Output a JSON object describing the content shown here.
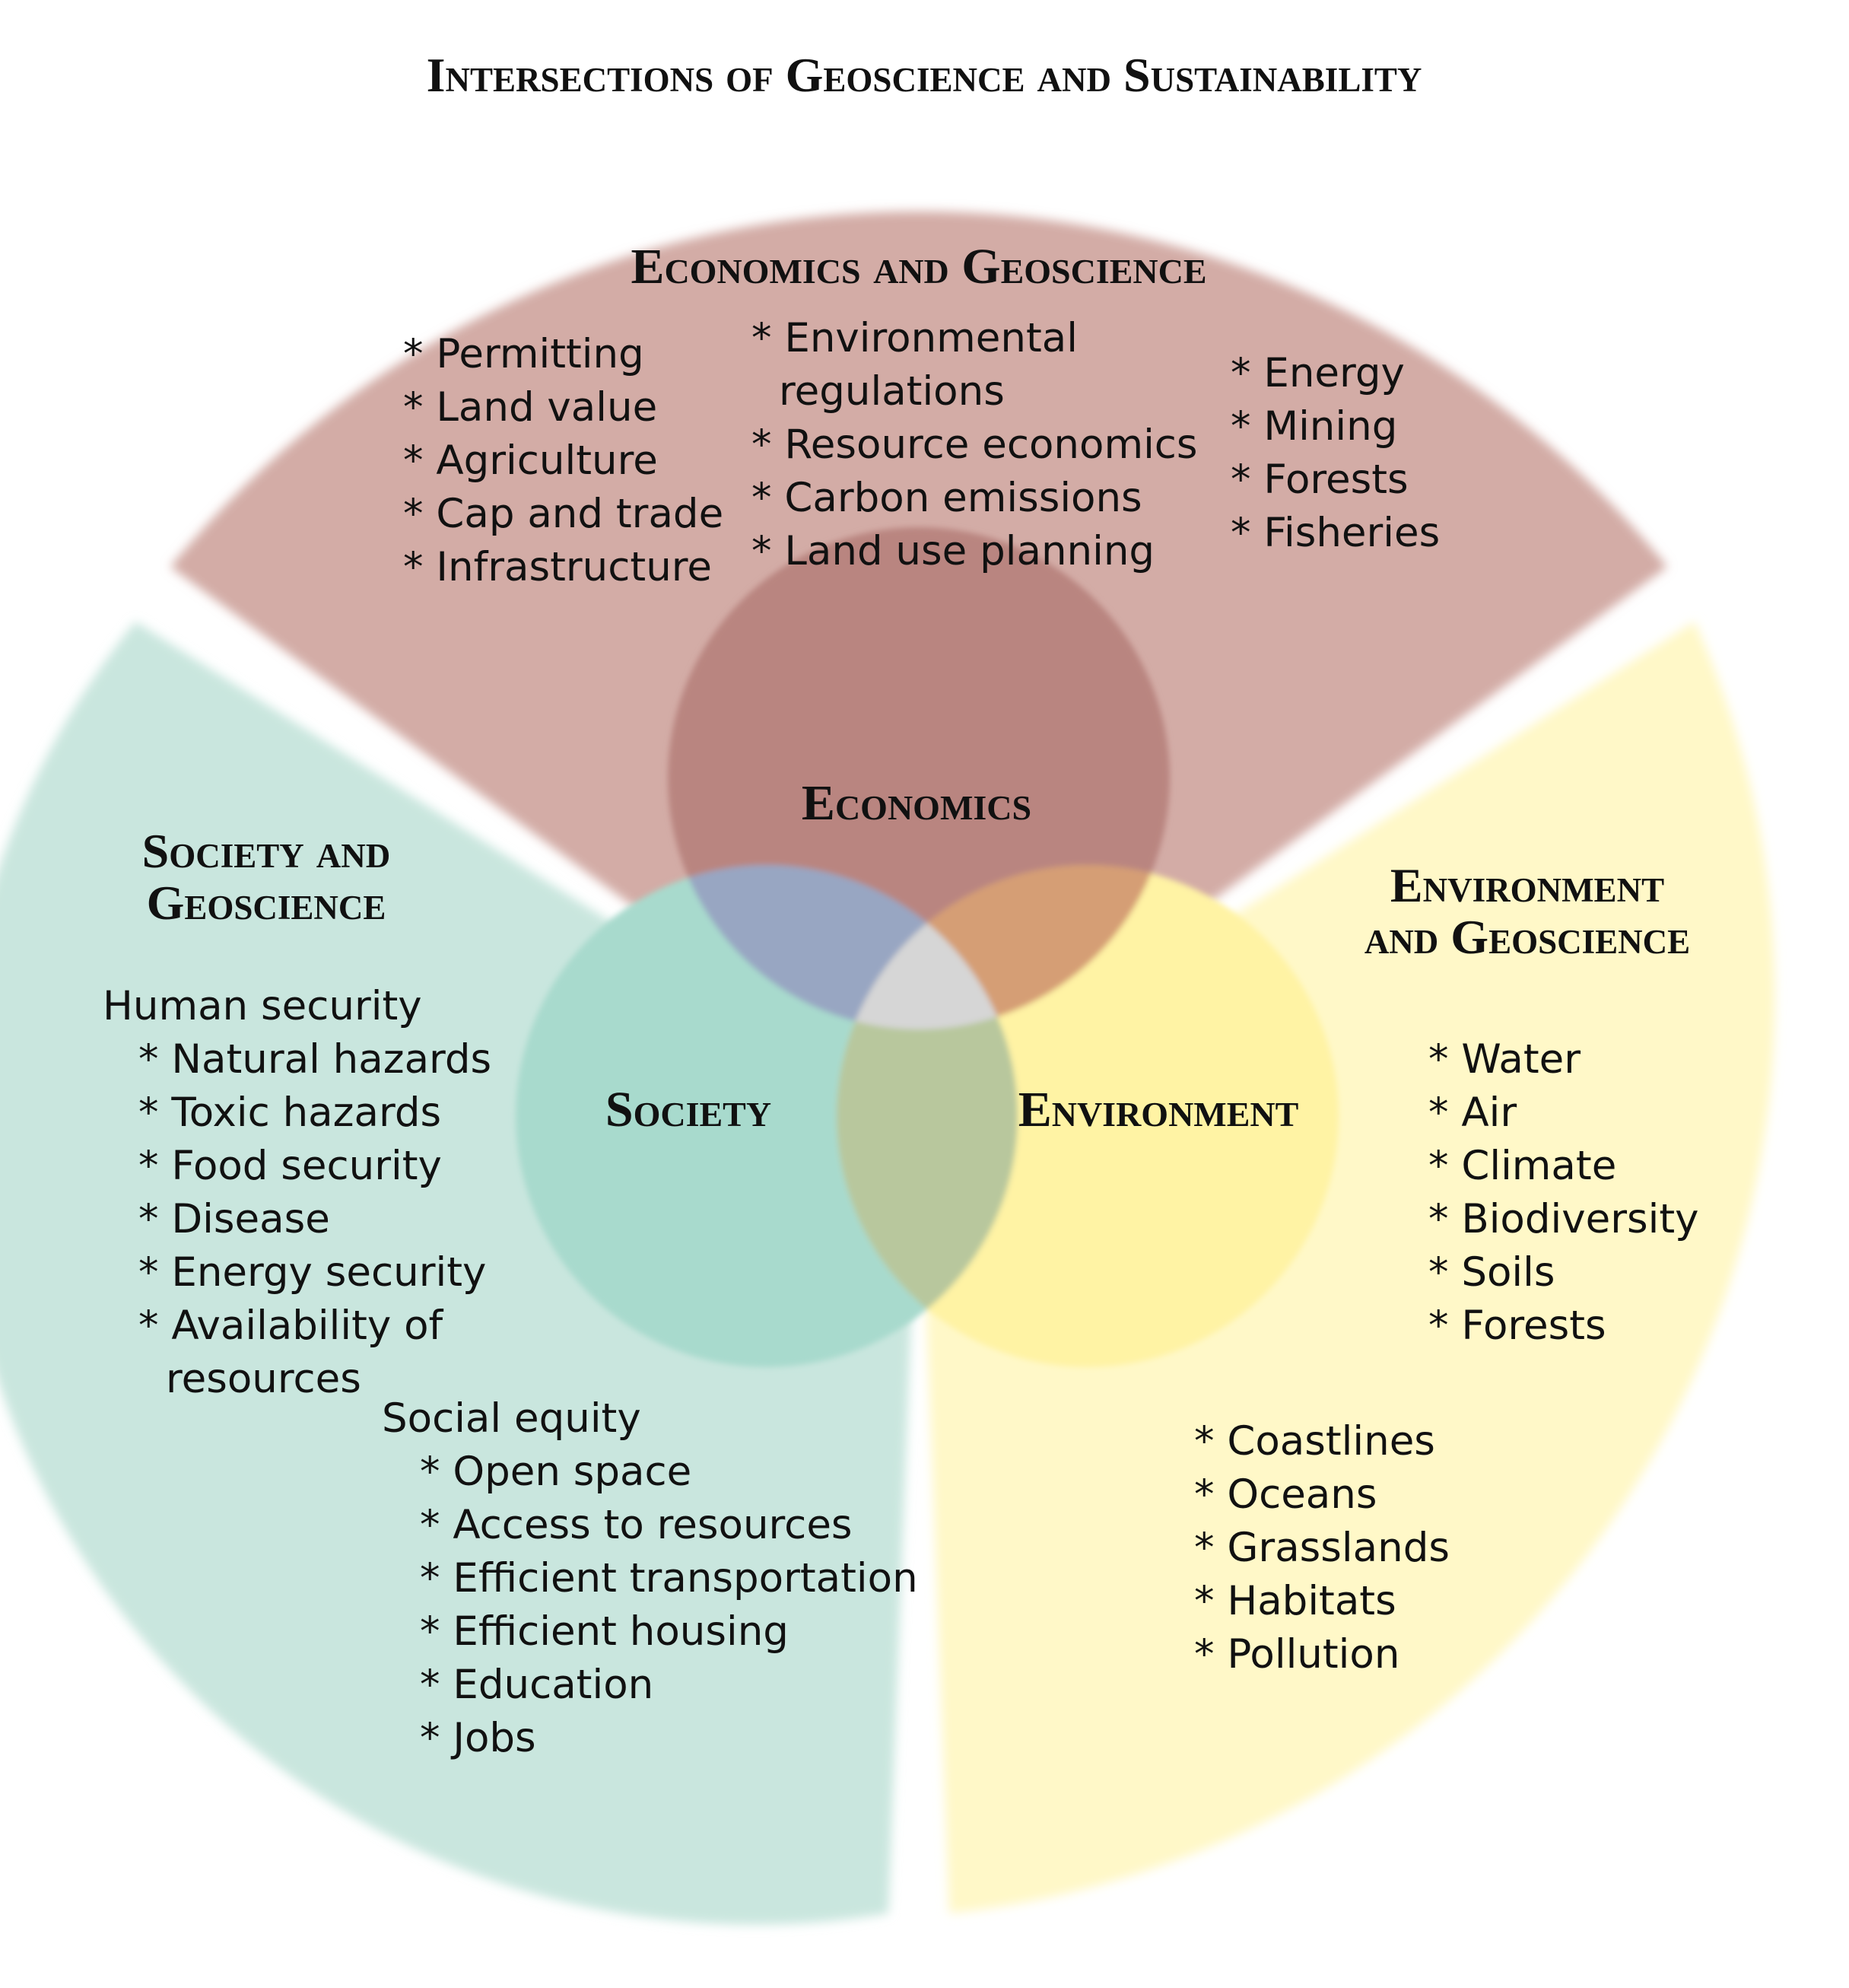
{
  "title": "Intersections of Geoscience and Sustainability",
  "colors": {
    "economics_sector": "#d3aca6",
    "society_sector": "#c9e6de",
    "environment_sector": "#fff8c8",
    "economics_circle": "#b98580",
    "society_circle": "#a8dacd",
    "environment_circle": "#fff3a4",
    "econ_society_overlap": "#98a6c2",
    "econ_environment_overlap": "#d59e74",
    "society_environment_overlap": "#b8c79d",
    "center_overlap": "#d6d6d6"
  },
  "circles": {
    "economics": "Economics",
    "society": "Society",
    "environment": "Environment"
  },
  "sectors": {
    "economics": {
      "heading": "Economics and Geoscience",
      "col1": [
        "* Permitting",
        "* Land value",
        "* Agriculture",
        "* Cap and trade",
        "* Infrastructure"
      ],
      "col2": [
        "* Environmental",
        "regulations",
        "* Resource economics",
        "* Carbon emissions",
        "* Land use planning"
      ],
      "col3": [
        "* Energy",
        "* Mining",
        "* Forests",
        "* Fisheries"
      ]
    },
    "society": {
      "heading_line1": "Society and",
      "heading_line2": "Geoscience",
      "group1_title": "Human security",
      "group1": [
        "* Natural hazards",
        "* Toxic hazards",
        "* Food security",
        "* Disease",
        "* Energy security",
        "* Availability of",
        "resources"
      ],
      "group2_title": "Social equity",
      "group2": [
        "* Open space",
        "* Access to resources",
        "* Efficient transportation",
        "* Efficient housing",
        "* Education",
        "* Jobs"
      ]
    },
    "environment": {
      "heading_line1": "Environment",
      "heading_line2": "and Geoscience",
      "col1": [
        "* Water",
        "* Air",
        "* Climate",
        "* Biodiversity",
        "* Soils",
        "* Forests"
      ],
      "col2": [
        "* Coastlines",
        "* Oceans",
        "* Grasslands",
        "* Habitats",
        "* Pollution"
      ]
    }
  }
}
